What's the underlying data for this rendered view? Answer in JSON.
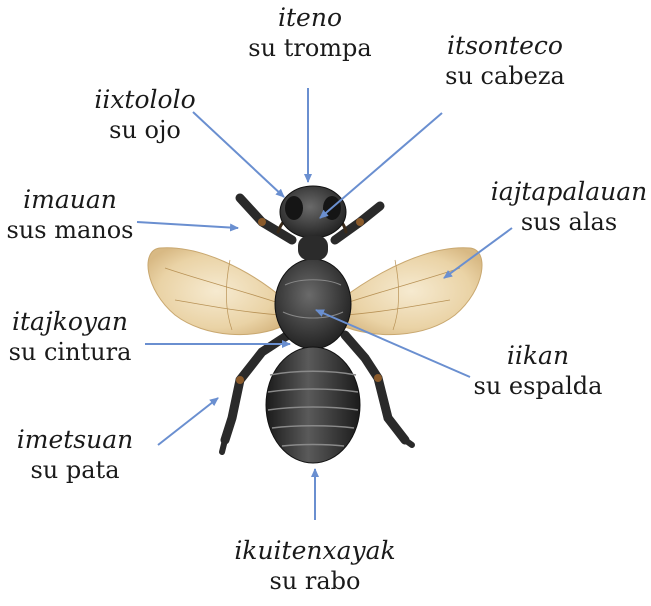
{
  "labels": {
    "trompa": {
      "native": "iteno",
      "es": "su trompa"
    },
    "cabeza": {
      "native": "itsonteco",
      "es": "su cabeza"
    },
    "ojo": {
      "native": "iixtololo",
      "es": "su ojo"
    },
    "manos": {
      "native": "imauan",
      "es": "sus manos"
    },
    "alas": {
      "native": "iajtapalauan",
      "es": "sus alas"
    },
    "cintura": {
      "native": "itajkoyan",
      "es": "su cintura"
    },
    "espalda": {
      "native": "iikan",
      "es": "su espalda"
    },
    "pata": {
      "native": "imetsuan",
      "es": "su pata"
    },
    "rabo": {
      "native": "ikuitenxayak",
      "es": "su rabo"
    }
  },
  "colors": {
    "arrow": "#6a8fd0",
    "body": "#2b2b2b",
    "wing": "#e9d2a4"
  }
}
